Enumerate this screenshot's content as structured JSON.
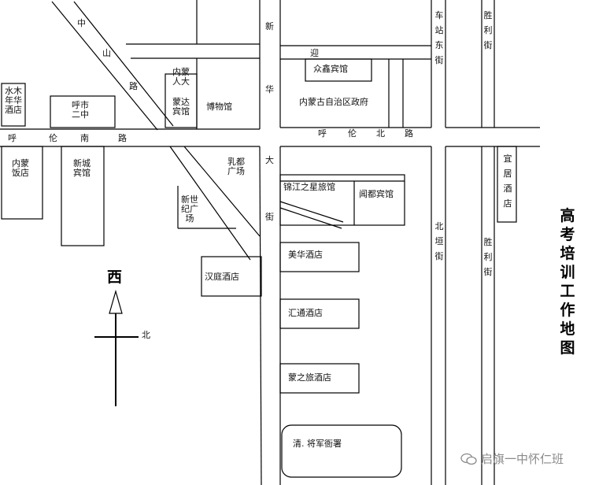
{
  "map": {
    "title": "高考培训工作地图",
    "direction_top_label": "西",
    "direction_right_label": "北",
    "watermark": "启旗一中怀仁班",
    "streets": {
      "zhongshan_lu": [
        "中",
        "山",
        "路"
      ],
      "hulun_nan_lu": [
        "呼",
        "伦",
        "南",
        "路"
      ],
      "hulun_bei_lu": [
        "呼",
        "伦",
        "北",
        "路"
      ],
      "xinhua_dajie": [
        "新",
        "华",
        "大",
        "街"
      ],
      "chezhan_dongjie": "车站东街",
      "shengli_jie_upper": "胜利街",
      "shengli_jie_lower": "胜利街",
      "beiheng_jie": "北垣街",
      "ying": "迎"
    },
    "places": {
      "shuimu_hotel": "水木\n年华\n酒店",
      "hushi_erzhong": "呼市\n二中",
      "neimeng_renda": "内蒙\n人大",
      "mengda_hotel": "蒙达\n宾馆",
      "museum": "博物馆",
      "zhongxin_hotel": "众鑫宾馆",
      "gov_building": "内蒙古自治区政府",
      "neimeng_restaurant": "内蒙\n饭店",
      "xincheng_hotel": "新城\n宾馆",
      "rudu_square": "乳都\n广场",
      "xinshiji_square": "新世\n纪广\n场",
      "jinjiang_inn": "锦江之星旅馆",
      "wendu_hotel": "闻都宾馆",
      "yiju_hotel": "宜居酒店",
      "meihua_hotel": "美华酒店",
      "hanting_hotel": "汉庭酒店",
      "huitong_hotel": "汇通酒店",
      "mengzhilv_hotel": "蒙之旅酒店",
      "qing_jiangjun_yashu": "清. 将军衙署"
    }
  }
}
